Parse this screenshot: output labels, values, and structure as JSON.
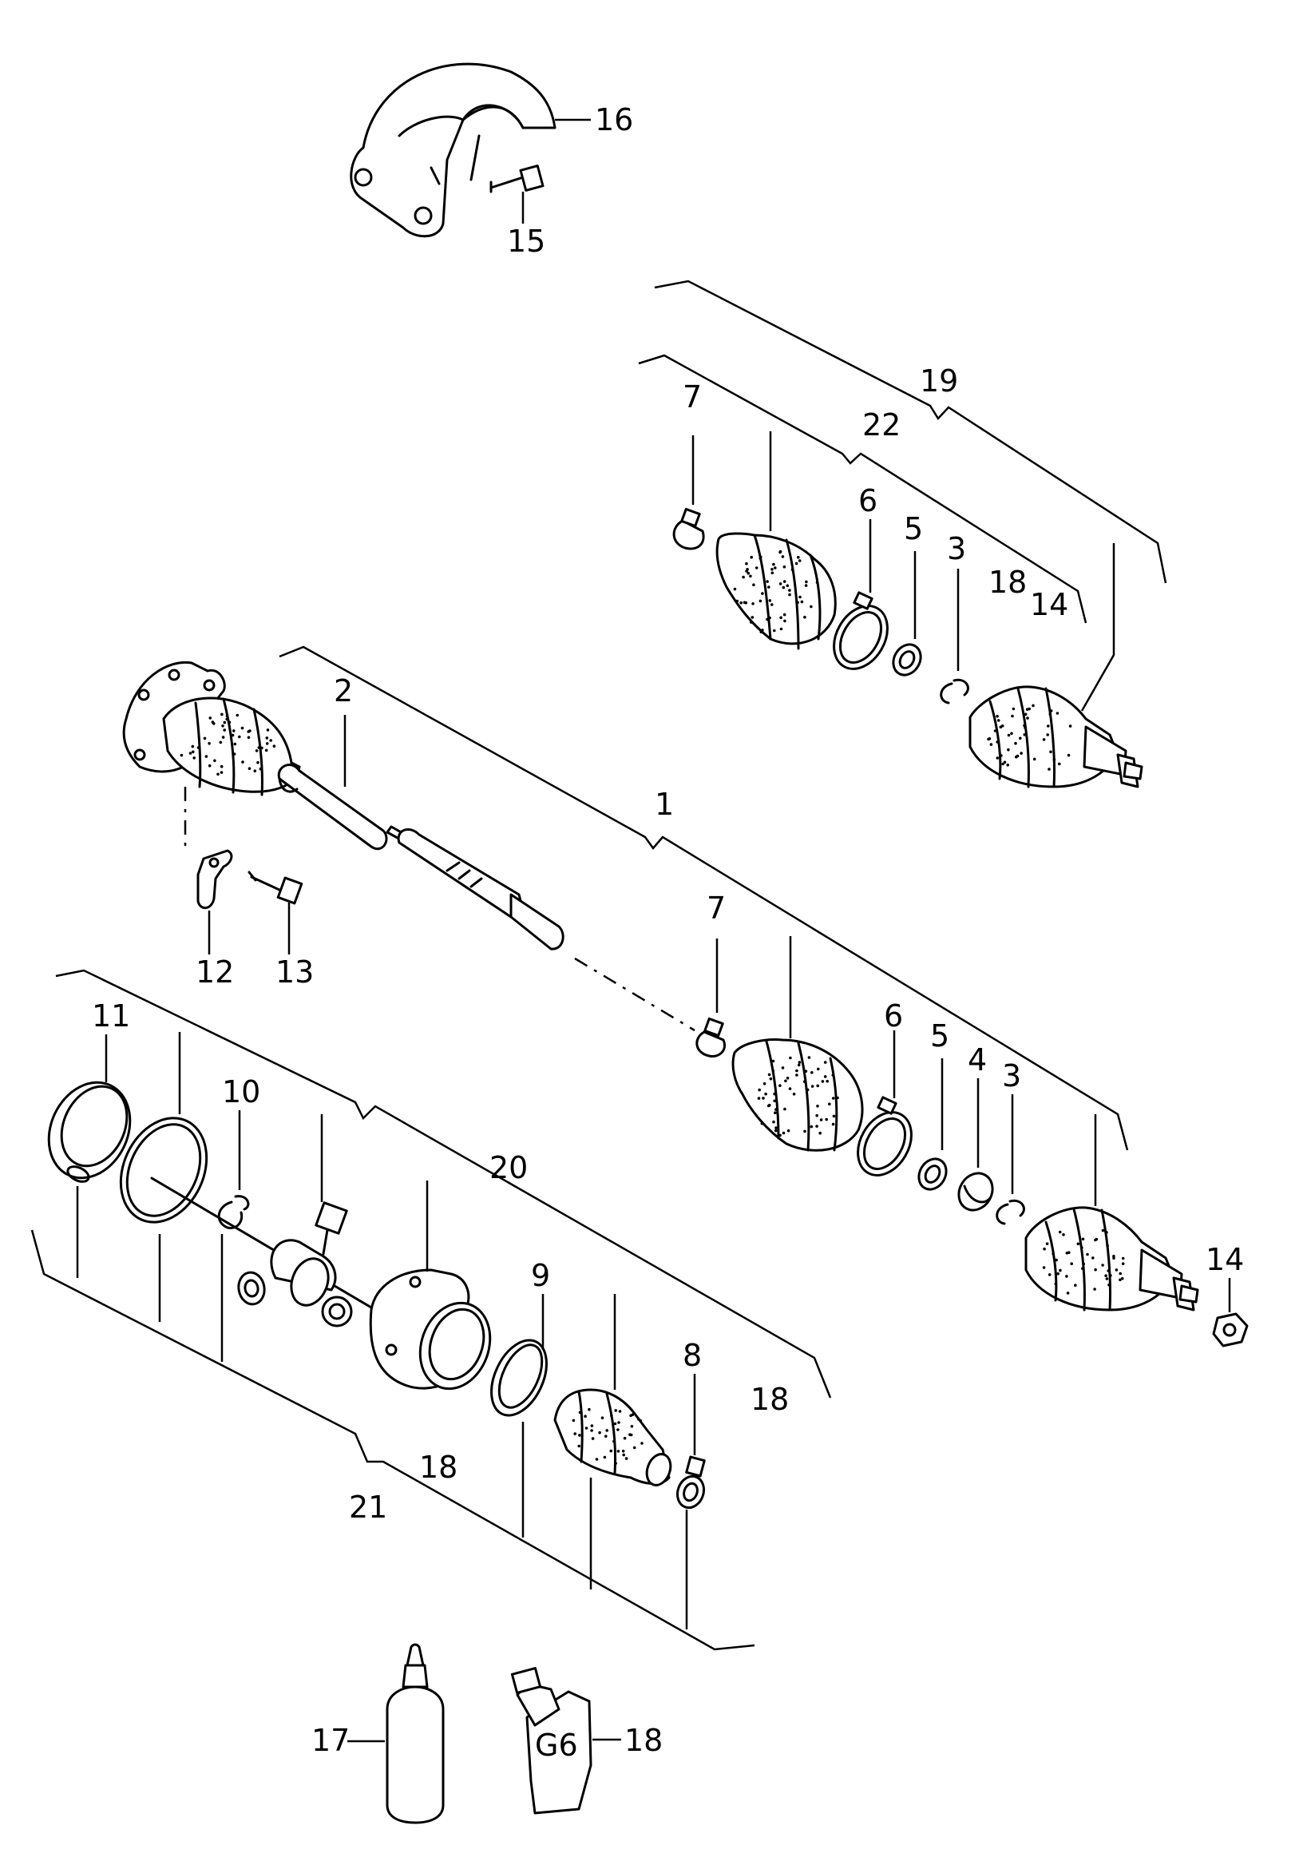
{
  "callouts": {
    "c1": "1",
    "c2": "2",
    "c3a": "3",
    "c3b": "3",
    "c4": "4",
    "c5a": "5",
    "c5b": "5",
    "c6a": "6",
    "c6b": "6",
    "c7a": "7",
    "c7b": "7",
    "c8": "8",
    "c9": "9",
    "c10": "10",
    "c11": "11",
    "c12": "12",
    "c13": "13",
    "c14a": "14",
    "c14b": "14",
    "c15": "15",
    "c16": "16",
    "c17": "17",
    "c18a": "18",
    "c18b": "18",
    "c18c": "18",
    "c18d": "18",
    "c19": "19",
    "c20": "20",
    "c21": "21",
    "c22": "22"
  },
  "tube_label": "G6"
}
